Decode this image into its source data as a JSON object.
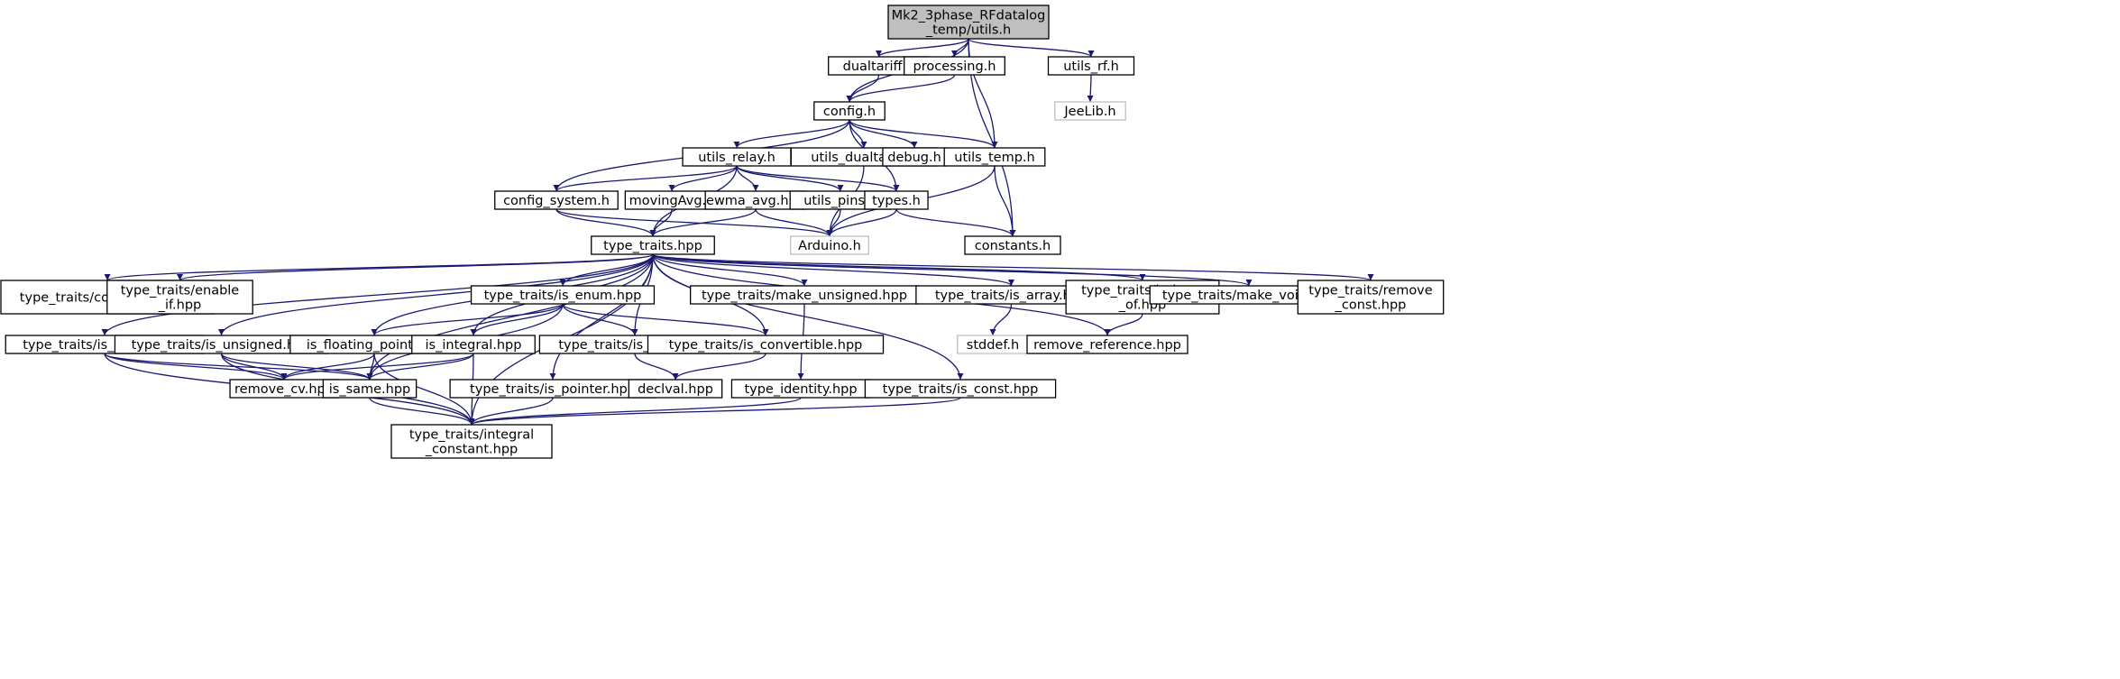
{
  "graph": {
    "nodes": [
      {
        "id": "root",
        "lines": [
          "Mk2_3phase_RFdatalog",
          "_temp/utils.h"
        ],
        "style": "root"
      },
      {
        "id": "dualtariff",
        "lines": [
          "dualtariff.h"
        ]
      },
      {
        "id": "processing",
        "lines": [
          "processing.h"
        ]
      },
      {
        "id": "utils_rf",
        "lines": [
          "utils_rf.h"
        ]
      },
      {
        "id": "jeelib",
        "lines": [
          "JeeLib.h"
        ],
        "style": "ext"
      },
      {
        "id": "config",
        "lines": [
          "config.h"
        ]
      },
      {
        "id": "utils_relay",
        "lines": [
          "utils_relay.h"
        ]
      },
      {
        "id": "utils_dualtariff",
        "lines": [
          "utils_dualtariff.h"
        ]
      },
      {
        "id": "debug",
        "lines": [
          "debug.h"
        ]
      },
      {
        "id": "utils_temp",
        "lines": [
          "utils_temp.h"
        ]
      },
      {
        "id": "config_system",
        "lines": [
          "config_system.h"
        ]
      },
      {
        "id": "movingavg",
        "lines": [
          "movingAvg.h"
        ]
      },
      {
        "id": "ewma",
        "lines": [
          "ewma_avg.hpp"
        ]
      },
      {
        "id": "utils_pins",
        "lines": [
          "utils_pins.h"
        ]
      },
      {
        "id": "types",
        "lines": [
          "types.h"
        ]
      },
      {
        "id": "type_traits",
        "lines": [
          "type_traits.hpp"
        ]
      },
      {
        "id": "arduino",
        "lines": [
          "Arduino.h"
        ],
        "style": "ext"
      },
      {
        "id": "constants",
        "lines": [
          "constants.h"
        ]
      },
      {
        "id": "conditional",
        "lines": [
          "type_traits/conditional.hpp"
        ]
      },
      {
        "id": "enable_if",
        "lines": [
          "type_traits/enable",
          "_if.hpp"
        ]
      },
      {
        "id": "is_enum",
        "lines": [
          "type_traits/is_enum.hpp"
        ]
      },
      {
        "id": "make_unsigned",
        "lines": [
          "type_traits/make_unsigned.hpp"
        ]
      },
      {
        "id": "is_array",
        "lines": [
          "type_traits/is_array.hpp"
        ]
      },
      {
        "id": "is_base_of",
        "lines": [
          "type_traits/is_base",
          "_of.hpp"
        ]
      },
      {
        "id": "make_void",
        "lines": [
          "type_traits/make_void.hpp"
        ]
      },
      {
        "id": "remove_const",
        "lines": [
          "type_traits/remove",
          "_const.hpp"
        ]
      },
      {
        "id": "is_signed",
        "lines": [
          "type_traits/is_signed.hpp"
        ]
      },
      {
        "id": "is_unsigned",
        "lines": [
          "type_traits/is_unsigned.hpp"
        ]
      },
      {
        "id": "is_floating_point",
        "lines": [
          "is_floating_point.hpp"
        ]
      },
      {
        "id": "is_integral",
        "lines": [
          "is_integral.hpp"
        ]
      },
      {
        "id": "is_class",
        "lines": [
          "type_traits/is_class.hpp"
        ]
      },
      {
        "id": "is_convertible",
        "lines": [
          "type_traits/is_convertible.hpp"
        ]
      },
      {
        "id": "stddef",
        "lines": [
          "stddef.h"
        ],
        "style": "ext"
      },
      {
        "id": "remove_reference",
        "lines": [
          "remove_reference.hpp"
        ]
      },
      {
        "id": "remove_cv",
        "lines": [
          "remove_cv.hpp"
        ]
      },
      {
        "id": "is_same",
        "lines": [
          "is_same.hpp"
        ]
      },
      {
        "id": "is_pointer",
        "lines": [
          "type_traits/is_pointer.hpp"
        ]
      },
      {
        "id": "declval",
        "lines": [
          "declval.hpp"
        ]
      },
      {
        "id": "type_identity",
        "lines": [
          "type_identity.hpp"
        ]
      },
      {
        "id": "is_const",
        "lines": [
          "type_traits/is_const.hpp"
        ]
      },
      {
        "id": "integral_constant",
        "lines": [
          "type_traits/integral",
          "_constant.hpp"
        ]
      }
    ],
    "edges": [
      [
        "root",
        "config"
      ],
      [
        "root",
        "dualtariff"
      ],
      [
        "root",
        "processing"
      ],
      [
        "root",
        "utils_temp"
      ],
      [
        "root",
        "constants"
      ],
      [
        "root",
        "utils_rf"
      ],
      [
        "utils_rf",
        "jeelib"
      ],
      [
        "dualtariff",
        "config"
      ],
      [
        "processing",
        "config"
      ],
      [
        "config",
        "config_system"
      ],
      [
        "config",
        "utils_relay"
      ],
      [
        "config",
        "types"
      ],
      [
        "config",
        "utils_dualtariff"
      ],
      [
        "config",
        "debug"
      ],
      [
        "config",
        "utils_temp"
      ],
      [
        "utils_relay",
        "config_system"
      ],
      [
        "utils_relay",
        "type_traits"
      ],
      [
        "utils_relay",
        "movingavg"
      ],
      [
        "utils_relay",
        "ewma"
      ],
      [
        "utils_relay",
        "utils_pins"
      ],
      [
        "utils_relay",
        "types"
      ],
      [
        "utils_dualtariff",
        "arduino"
      ],
      [
        "utils_temp",
        "arduino"
      ],
      [
        "utils_temp",
        "constants"
      ],
      [
        "config_system",
        "type_traits"
      ],
      [
        "config_system",
        "arduino"
      ],
      [
        "movingavg",
        "type_traits"
      ],
      [
        "ewma",
        "type_traits"
      ],
      [
        "ewma",
        "arduino"
      ],
      [
        "utils_pins",
        "arduino"
      ],
      [
        "types",
        "arduino"
      ],
      [
        "types",
        "constants"
      ],
      [
        "type_traits",
        "conditional"
      ],
      [
        "type_traits",
        "enable_if"
      ],
      [
        "type_traits",
        "is_signed"
      ],
      [
        "type_traits",
        "is_unsigned"
      ],
      [
        "type_traits",
        "is_floating_point"
      ],
      [
        "type_traits",
        "is_integral"
      ],
      [
        "type_traits",
        "is_same"
      ],
      [
        "type_traits",
        "is_enum"
      ],
      [
        "type_traits",
        "is_pointer"
      ],
      [
        "type_traits",
        "is_class"
      ],
      [
        "type_traits",
        "is_convertible"
      ],
      [
        "type_traits",
        "make_unsigned"
      ],
      [
        "type_traits",
        "integral_constant"
      ],
      [
        "type_traits",
        "is_const"
      ],
      [
        "type_traits",
        "is_array"
      ],
      [
        "type_traits",
        "remove_reference"
      ],
      [
        "type_traits",
        "is_base_of"
      ],
      [
        "type_traits",
        "make_void"
      ],
      [
        "type_traits",
        "remove_const"
      ],
      [
        "is_enum",
        "is_floating_point"
      ],
      [
        "is_enum",
        "is_integral"
      ],
      [
        "is_enum",
        "is_same"
      ],
      [
        "is_enum",
        "is_class"
      ],
      [
        "is_enum",
        "is_convertible"
      ],
      [
        "make_unsigned",
        "type_identity"
      ],
      [
        "is_array",
        "stddef"
      ],
      [
        "is_base_of",
        "remove_reference"
      ],
      [
        "is_signed",
        "remove_cv"
      ],
      [
        "is_signed",
        "is_same"
      ],
      [
        "is_signed",
        "integral_constant"
      ],
      [
        "is_unsigned",
        "remove_cv"
      ],
      [
        "is_unsigned",
        "is_same"
      ],
      [
        "is_unsigned",
        "integral_constant"
      ],
      [
        "is_floating_point",
        "remove_cv"
      ],
      [
        "is_floating_point",
        "is_same"
      ],
      [
        "is_floating_point",
        "integral_constant"
      ],
      [
        "is_integral",
        "remove_cv"
      ],
      [
        "is_integral",
        "is_same"
      ],
      [
        "is_integral",
        "integral_constant"
      ],
      [
        "is_class",
        "declval"
      ],
      [
        "is_convertible",
        "declval"
      ],
      [
        "is_same",
        "integral_constant"
      ],
      [
        "is_pointer",
        "integral_constant"
      ],
      [
        "type_identity",
        "integral_constant"
      ],
      [
        "is_const",
        "integral_constant"
      ]
    ]
  }
}
